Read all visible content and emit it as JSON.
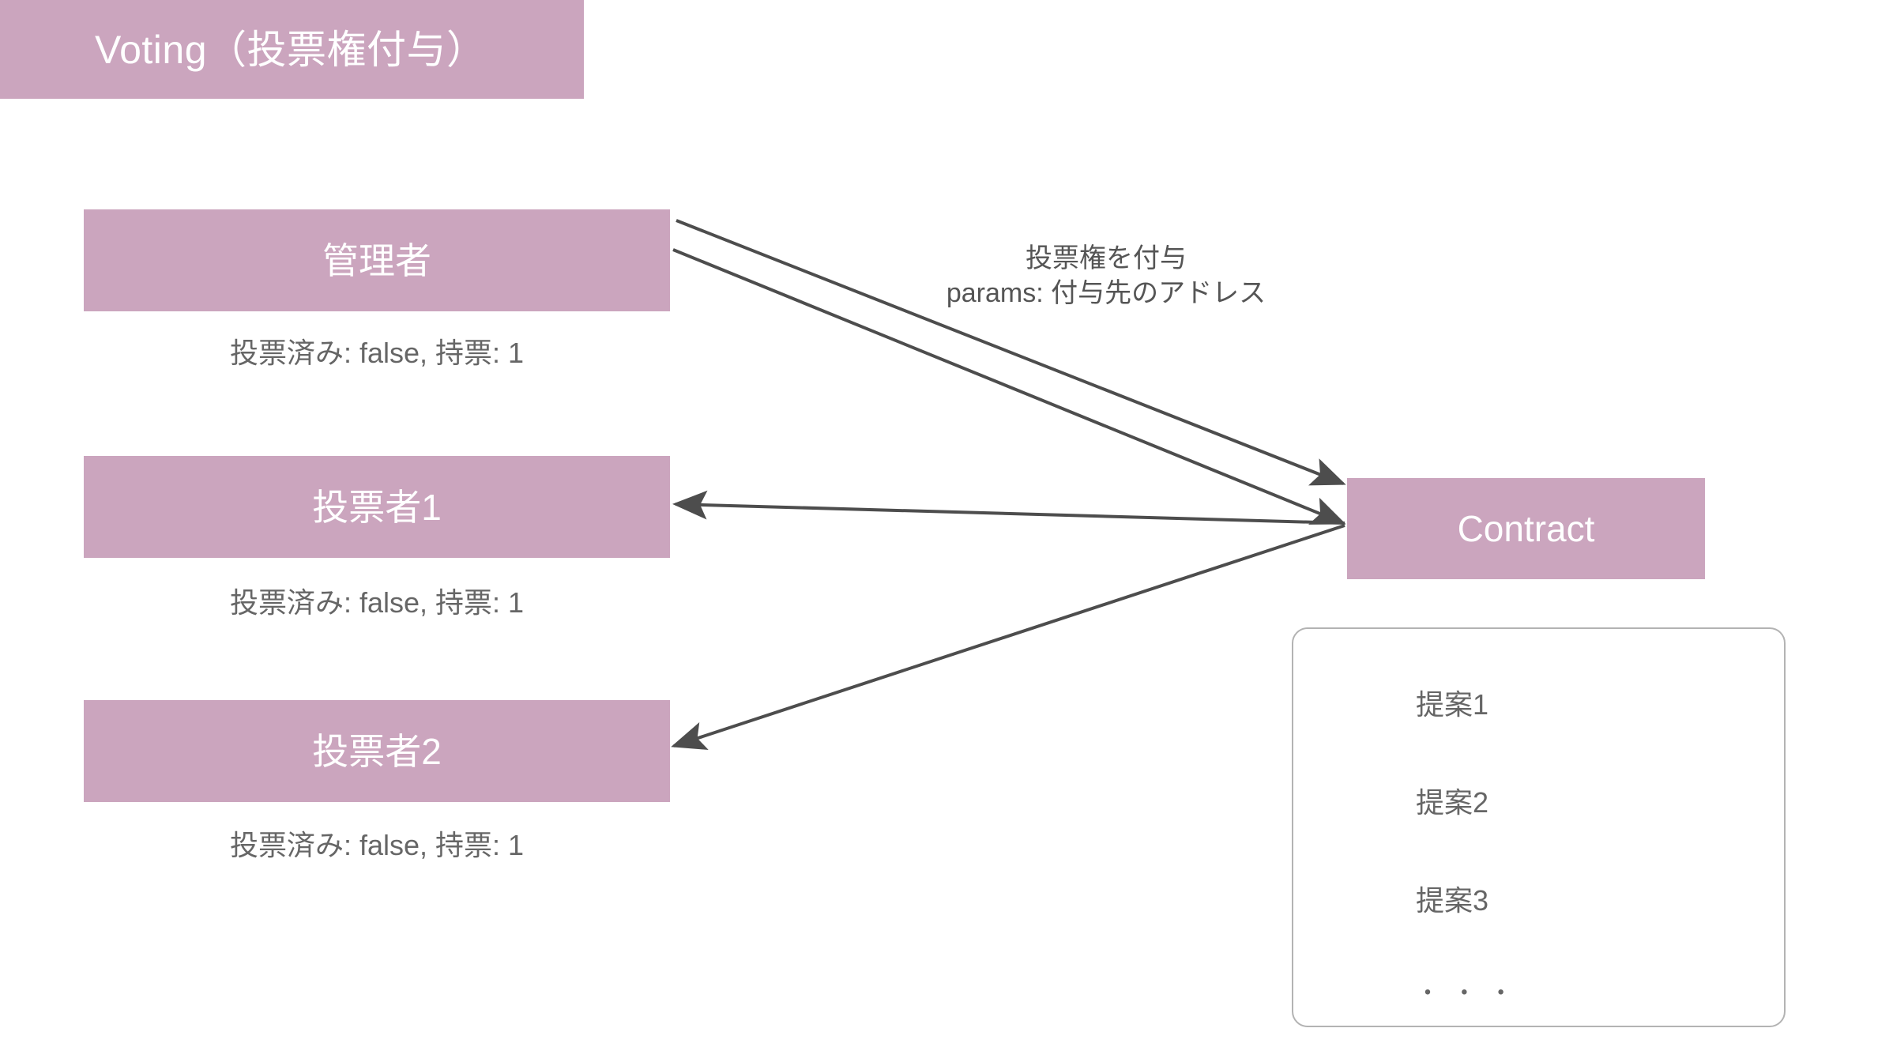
{
  "title": {
    "text": "Voting（投票権付与）",
    "bar_color": "#cba5be",
    "text_color": "#ffffff"
  },
  "nodes": {
    "admin": {
      "label": "管理者",
      "state": "投票済み: false, 持票: 1"
    },
    "voter1": {
      "label": "投票者1",
      "state": "投票済み: false, 持票: 1"
    },
    "voter2": {
      "label": "投票者2",
      "state": "投票済み: false, 持票: 1"
    },
    "contract": {
      "label": "Contract"
    }
  },
  "edge_label": {
    "line1": "投票権を付与",
    "line2": "params: 付与先のアドレス"
  },
  "proposals": {
    "items": [
      "提案1",
      "提案2",
      "提案3",
      "・ ・ ・"
    ]
  },
  "colors": {
    "box_fill": "#cba5be",
    "arrow": "#4d4d4d",
    "panel_border": "#b3b3b3",
    "caption_text": "#666666"
  }
}
